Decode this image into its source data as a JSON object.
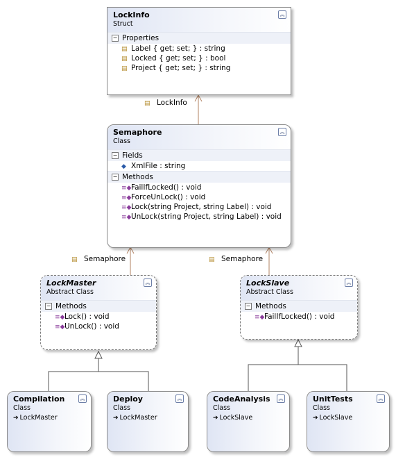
{
  "lockinfo": {
    "title": "LockInfo",
    "stereotype": "Struct",
    "section": "Properties",
    "members": [
      "Label { get; set; } : string",
      "Locked { get; set; } : bool",
      "Project { get; set; } : string"
    ]
  },
  "semaphore": {
    "title": "Semaphore",
    "stereotype": "Class",
    "fields_section": "Fields",
    "fields": [
      "XmlFile : string"
    ],
    "methods_section": "Methods",
    "methods": [
      "FailIfLocked() : void",
      "ForceUnLock() : void",
      "Lock(string Project, string Label) : void",
      "UnLock(string Project, string Label) : void"
    ]
  },
  "lockmaster": {
    "title": "LockMaster",
    "stereotype": "Abstract Class",
    "section": "Methods",
    "methods": [
      "Lock() : void",
      "UnLock() : void"
    ]
  },
  "lockslave": {
    "title": "LockSlave",
    "stereotype": "Abstract Class",
    "section": "Methods",
    "methods": [
      "FailIfLocked() : void"
    ]
  },
  "compilation": {
    "title": "Compilation",
    "stereotype": "Class",
    "base": "LockMaster"
  },
  "deploy": {
    "title": "Deploy",
    "stereotype": "Class",
    "base": "LockMaster"
  },
  "codeanalysis": {
    "title": "CodeAnalysis",
    "stereotype": "Class",
    "base": "LockSlave"
  },
  "unittests": {
    "title": "UnitTests",
    "stereotype": "Class",
    "base": "LockSlave"
  },
  "associations": {
    "lockinfo": "LockInfo",
    "semaphore_left": "Semaphore",
    "semaphore_right": "Semaphore"
  },
  "icons": {
    "collapse": "double-chevron-up-icon",
    "section_toggle": "minus-box-icon",
    "method": "method-icon",
    "property": "property-icon",
    "field": "field-icon",
    "inheritance": "inheritance-arrow-icon"
  }
}
